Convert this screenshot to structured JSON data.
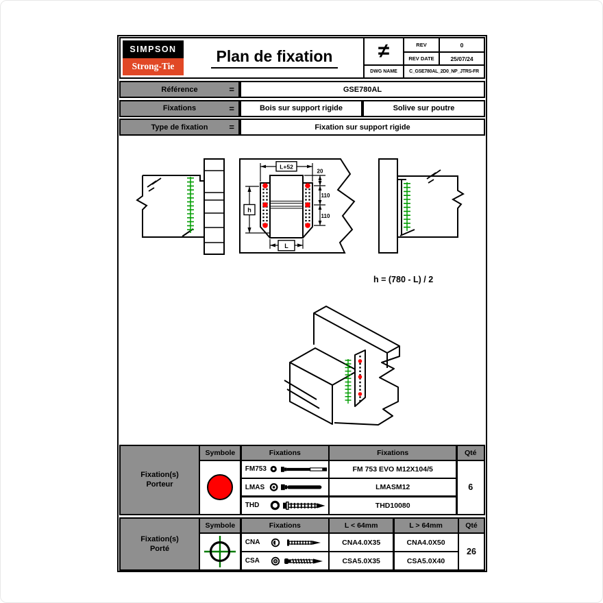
{
  "header": {
    "logo_line1": "SIMPSON",
    "logo_line2": "Strong-Tie",
    "title": "Plan de fixation",
    "symbol": "≠",
    "rev_label": "REV",
    "rev_value": "0",
    "rev_date_label": "REV DATE",
    "rev_date_value": "25/07/24",
    "dwg_name_label": "DWG NAME",
    "dwg_name_value": "C_GSE780AL_2D0_NP_JTRS-FR"
  },
  "info": {
    "rows": [
      {
        "label": "Référence",
        "eq": "=",
        "value1": "GSE780AL"
      },
      {
        "label": "Fixations",
        "eq": "=",
        "value1": "Bois sur support rigide",
        "value2": "Solive sur poutre"
      },
      {
        "label": "Type de fixation",
        "eq": "=",
        "value1": "Fixation sur support rigide"
      }
    ]
  },
  "drawing": {
    "formula": "h = (780 - L) / 2",
    "dims": {
      "top_width": "L+52",
      "edge_offset": "20",
      "spacing1": "110",
      "spacing2": "110",
      "height": "h",
      "bottom_width": "L"
    },
    "colors": {
      "fastener_green": "#009C00",
      "marker_red": "#FF0000",
      "header_gray": "#8F8F8F",
      "logo_red": "#E14826"
    }
  },
  "table_porteur": {
    "label_line1": "Fixation(s)",
    "label_line2": "Porteur",
    "headers": {
      "symbole": "Symbole",
      "fixations_icons": "Fixations",
      "fixations_ref": "Fixations",
      "qty": "Qté"
    },
    "rows": [
      {
        "code": "FM753",
        "ref": "FM 753 EVO M12X104/5"
      },
      {
        "code": "LMAS",
        "ref": "LMASM12"
      },
      {
        "code": "THD",
        "ref": "THD10080"
      }
    ],
    "qty": "6"
  },
  "table_porte": {
    "label_line1": "Fixation(s)",
    "label_line2": "Porté",
    "headers": {
      "symbole": "Symbole",
      "fixations": "Fixations",
      "short_len": "L < 64mm",
      "long_len": "L > 64mm",
      "qty": "Qté"
    },
    "rows": [
      {
        "code": "CNA",
        "short": "CNA4.0X35",
        "long": "CNA4.0X50"
      },
      {
        "code": "CSA",
        "short": "CSA5.0X35",
        "long": "CSA5.0X40"
      }
    ],
    "qty": "26"
  }
}
